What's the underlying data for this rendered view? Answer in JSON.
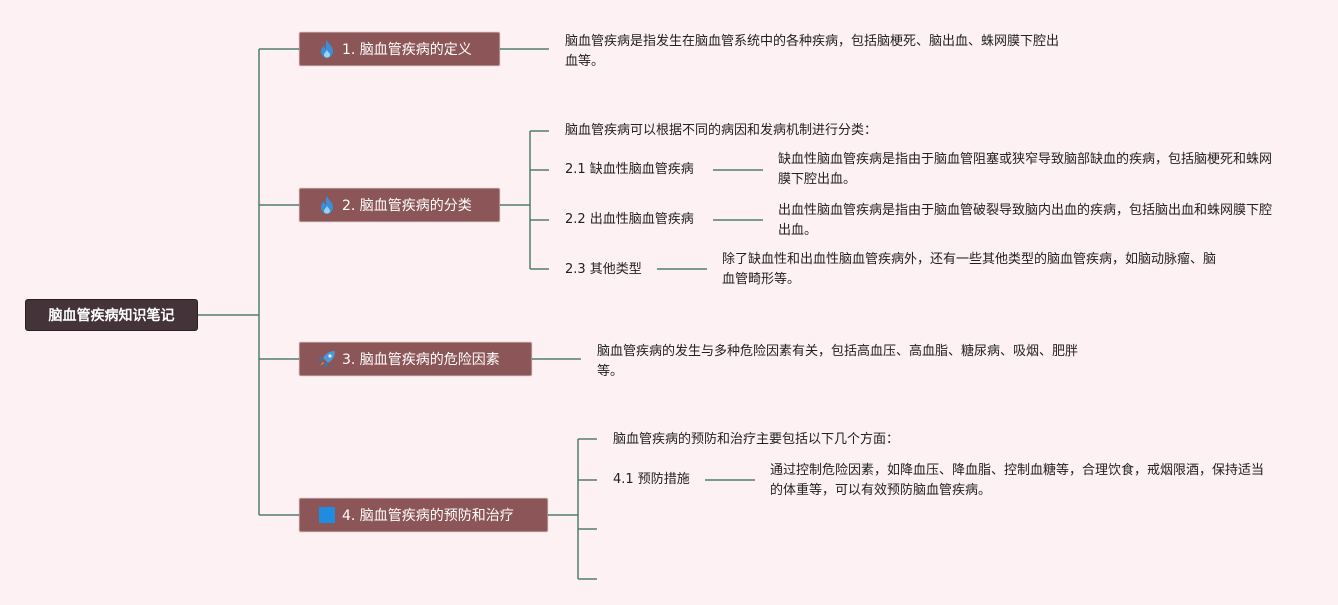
{
  "root": {
    "label": "脑血管疾病知识笔记"
  },
  "topics": [
    {
      "label": "1. 脑血管疾病的定义",
      "icon": "fire-icon"
    },
    {
      "label": "2. 脑血管疾病的分类",
      "icon": "fire-icon"
    },
    {
      "label": "3. 脑血管疾病的危险因素",
      "icon": "rocket-icon"
    },
    {
      "label": "4. 脑血管疾病的预防和治疗",
      "icon": "flag-icon"
    }
  ],
  "t1": {
    "note": "脑血管疾病是指发生在脑血管系统中的各种疾病，包括脑梗死、脑出血、蛛网膜下腔出血等。"
  },
  "t2": {
    "intro": "脑血管疾病可以根据不同的病因和发病机制进行分类：",
    "subs": [
      {
        "label": "2.1 缺血性脑血管疾病",
        "note": "缺血性脑血管疾病是指由于脑血管阻塞或狭窄导致脑部缺血的疾病，包括脑梗死和蛛网膜下腔出血。"
      },
      {
        "label": "2.2 出血性脑血管疾病",
        "note": "出血性脑血管疾病是指由于脑血管破裂导致脑内出血的疾病，包括脑出血和蛛网膜下腔出血。"
      },
      {
        "label": "2.3 其他类型",
        "note": "除了缺血性和出血性脑血管疾病外，还有一些其他类型的脑血管疾病，如脑动脉瘤、脑血管畸形等。"
      }
    ]
  },
  "t3": {
    "note": "脑血管疾病的发生与多种危险因素有关，包括高血压、高血脂、糖尿病、吸烟、肥胖等。"
  },
  "t4": {
    "intro": "脑血管疾病的预防和治疗主要包括以下几个方面：",
    "subs": [
      {
        "label": "4.1 预防措施",
        "note": "通过控制危险因素，如降血压、降血脂、控制血糖等，合理饮食，戒烟限酒，保持适当的体重等，可以有效预防脑血管疾病。"
      }
    ]
  },
  "colors": {
    "background": "#fdf1f3",
    "root": "#44343a",
    "topic": "#8c5557",
    "line": "#4e7d73",
    "icon": "#3b8fd6"
  }
}
